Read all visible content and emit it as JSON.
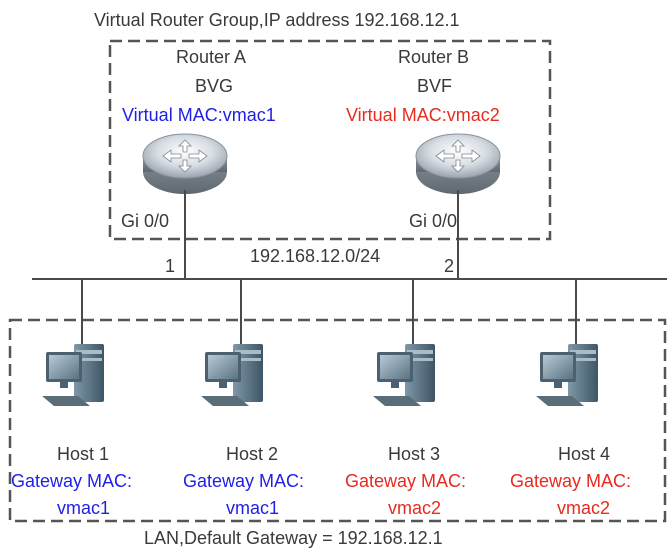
{
  "title": "Virtual Router Group,IP address 192.168.12.1",
  "footer": "LAN,Default Gateway = 192.168.12.1",
  "colors": {
    "blue": "#1f1fe6",
    "red": "#e62b1f",
    "text": "#3a3a3a",
    "line": "#4a4a4a"
  },
  "routers": [
    {
      "name": "Router A",
      "role": "BVG",
      "mac_label": "Virtual MAC:vmac1",
      "mac_color": "blue",
      "interface": "Gi 0/0",
      "port": "1",
      "icon": "router-icon"
    },
    {
      "name": "Router B",
      "role": "BVF",
      "mac_label": "Virtual MAC:vmac2",
      "mac_color": "red",
      "interface": "Gi 0/0",
      "port": "2",
      "icon": "router-icon"
    }
  ],
  "network": "192.168.12.0/24",
  "hosts": [
    {
      "name": "Host 1",
      "gw_label": "Gateway MAC:",
      "gw_mac": "vmac1",
      "color": "blue",
      "icon": "computer-icon"
    },
    {
      "name": "Host 2",
      "gw_label": "Gateway MAC:",
      "gw_mac": "vmac1",
      "color": "blue",
      "icon": "computer-icon"
    },
    {
      "name": "Host 3",
      "gw_label": "Gateway MAC:",
      "gw_mac": "vmac2",
      "color": "red",
      "icon": "computer-icon"
    },
    {
      "name": "Host 4",
      "gw_label": "Gateway MAC:",
      "gw_mac": "vmac2",
      "color": "red",
      "icon": "computer-icon"
    }
  ]
}
